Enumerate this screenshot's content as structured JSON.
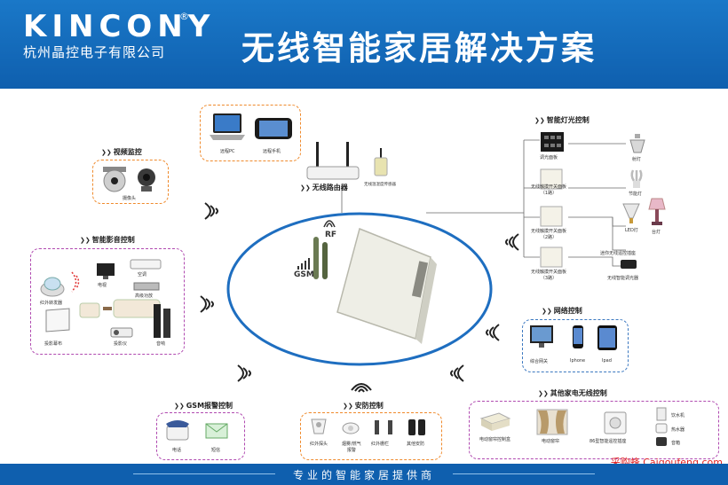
{
  "header": {
    "brand": "KINCONY",
    "brand_reg": "®",
    "company": "杭州晶控电子有限公司",
    "title": "无线智能家居解决方案"
  },
  "footer": {
    "slogan": "专业的智能家居提供商",
    "watermark": "采购蜂 Caigoufeng.com"
  },
  "hub": {
    "rf_label": "RF",
    "gsm_label": "GSM"
  },
  "sections": {
    "remote": {
      "items": [
        "远程PC",
        "远程手机"
      ]
    },
    "router": {
      "title": "无线路由器",
      "sensor": "无线温湿度传感器"
    },
    "video": {
      "title": "视频监控",
      "items": [
        "摄像头"
      ]
    },
    "av": {
      "title": "智能影音控制",
      "items": [
        "电视",
        "空调",
        "红外转发器",
        "高级功放",
        "投影幕布",
        "投影仪",
        "音响"
      ]
    },
    "light": {
      "title": "智能灯光控制",
      "panels": [
        "调光面板",
        "无线触摸开关面板\n（1路）",
        "无线触摸开关面板\n（2路）",
        "无线触摸开关面板\n（3路）"
      ],
      "lamps": [
        "射灯",
        "节能灯",
        "LED灯",
        "台灯"
      ],
      "extras": [
        "迷你无线遥控插座",
        "无线智能调光器"
      ]
    },
    "network": {
      "title": "网络控制",
      "items": [
        "综合网关",
        "Iphone",
        "Ipad"
      ]
    },
    "gsm": {
      "title": "GSM报警控制",
      "items": [
        "电话",
        "短信"
      ]
    },
    "security": {
      "title": "安防控制",
      "items": [
        "红外探头",
        "烟雾/燃气\n报警",
        "红外栅栏",
        "其他安防"
      ]
    },
    "appliance": {
      "title": "其他家电无线控制",
      "items": [
        "电动窗帘控制盒",
        "电动窗帘",
        "86型智能遥控插座",
        "饮水机",
        "热水器",
        "音箱"
      ]
    }
  }
}
